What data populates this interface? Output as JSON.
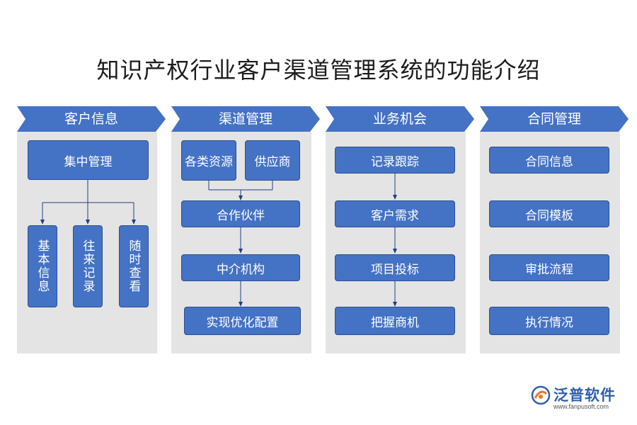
{
  "title": "知识产权行业客户渠道管理系统的功能介绍",
  "colors": {
    "box": "#4472c4",
    "panel": "#e4e4e4",
    "header": "#4472c4"
  },
  "columns": [
    {
      "header": "客户信息",
      "top_box": "集中管理",
      "sub_boxes": [
        "基本信息",
        "往来记录",
        "随时查看"
      ]
    },
    {
      "header": "渠道管理",
      "top_boxes": [
        "各类资源",
        "供应商"
      ],
      "boxes": [
        "合作伙伴",
        "中介机构",
        "实现优化配置"
      ]
    },
    {
      "header": "业务机会",
      "boxes": [
        "记录跟踪",
        "客户需求",
        "项目投标",
        "把握商机"
      ]
    },
    {
      "header": "合同管理",
      "boxes": [
        "合同信息",
        "合同模板",
        "审批流程",
        "执行情况"
      ]
    }
  ],
  "logo": {
    "brand": "泛普软件",
    "url": "www.fanpusoft.com",
    "icon": "fanpu-logo-icon"
  }
}
